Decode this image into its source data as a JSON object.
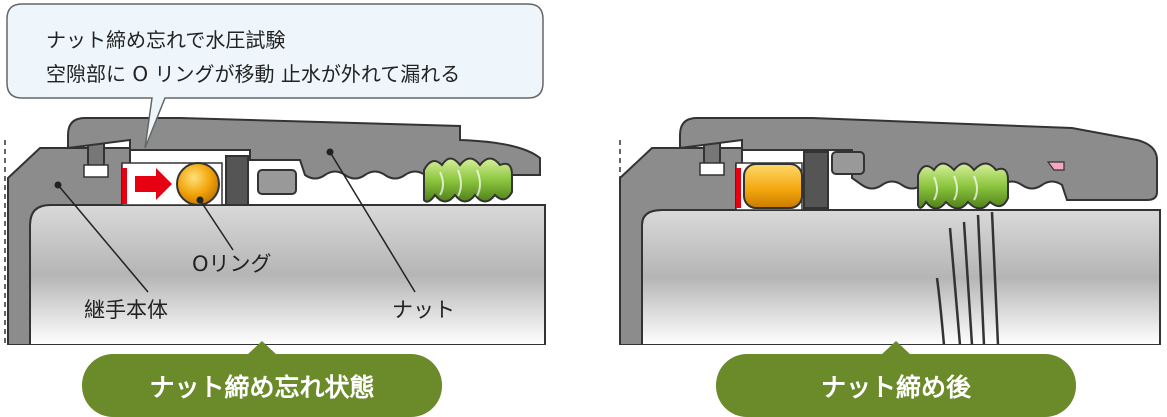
{
  "callout": {
    "line1": "ナット締め忘れで水圧試験",
    "line2": "空隙部に O リングが移動 止水が外れて漏れる"
  },
  "left_panel": {
    "labels": {
      "oring": "Oリング",
      "body": "継手本体",
      "nut": "ナット"
    },
    "caption": "ナット締め忘れ状態"
  },
  "right_panel": {
    "caption": "ナット締め後"
  },
  "colors": {
    "pill_green": "#6b8a2a",
    "oring_orange": "#f2a50c",
    "thread_green": "#8cc63f",
    "arrow_red": "#e60012",
    "gray_part": "#8c8c8c"
  }
}
